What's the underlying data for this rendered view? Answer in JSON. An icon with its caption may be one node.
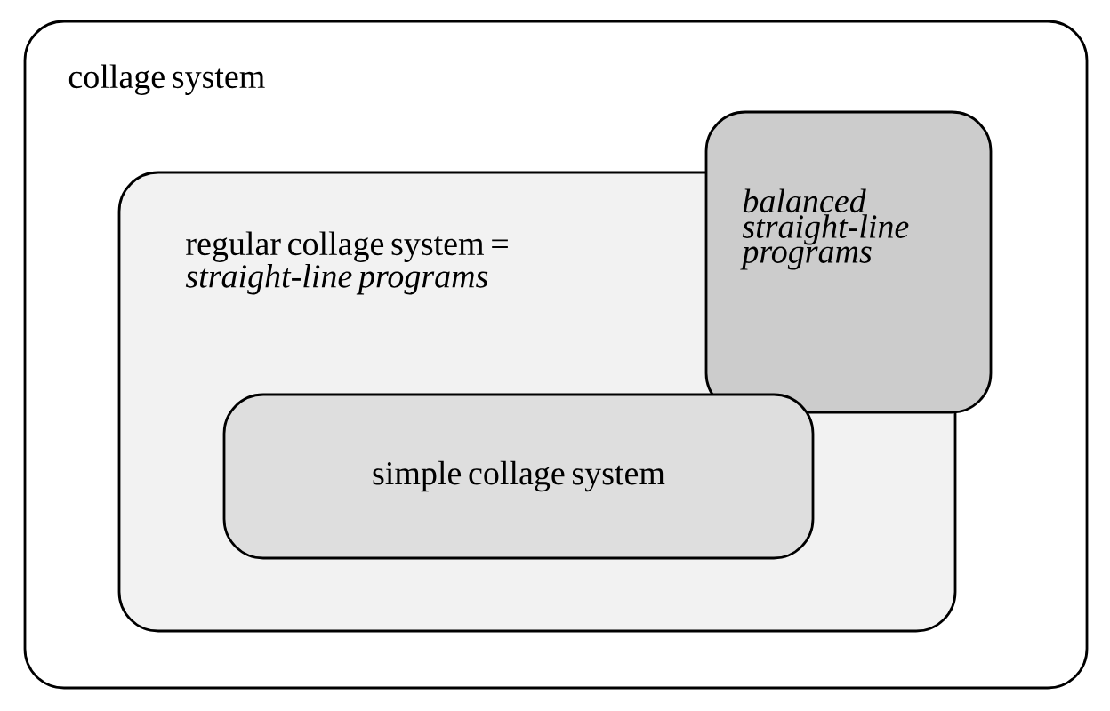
{
  "diagram": {
    "nodes": [
      {
        "text": [
          "collage system"
        ]
      },
      {
        "text": [
          "regular collage system = *straight-line programs*"
        ],
        "in": 0
      },
      {
        "text": [
          "balanced straight-line programs"
        ],
        "in": 0
      },
      {
        "text": [
          "simple collage system"
        ],
        "in": 1
      }
    ]
  }
}
